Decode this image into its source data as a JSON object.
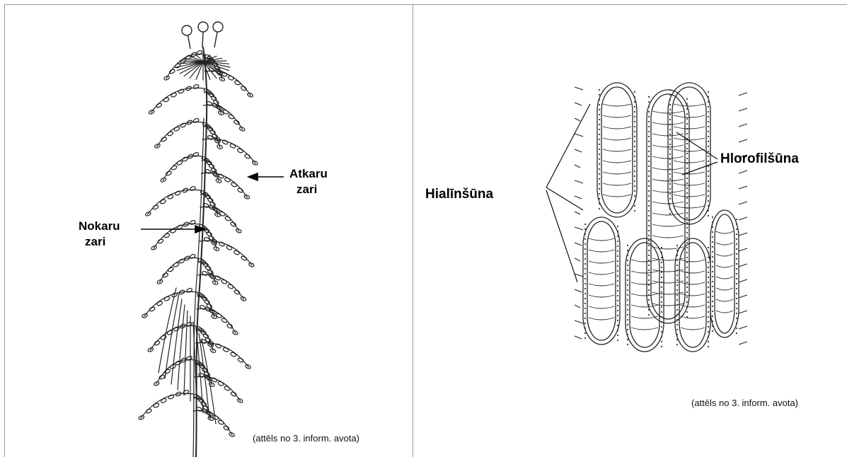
{
  "left_panel": {
    "labels": {
      "atkaru_line1": "Atkaru",
      "atkaru_line2": "zari",
      "nokaru_line1": "Nokaru",
      "nokaru_line2": "zari"
    },
    "caption": "(attēls no 3. inform. avota)"
  },
  "right_panel": {
    "labels": {
      "hialin": "Hialīnšūna",
      "hlorofil": "Hlorofilšūna"
    },
    "caption": "(attēls no 3. inform. avota)"
  },
  "colors": {
    "border": "#9a9a9a",
    "ink": "#222222"
  }
}
